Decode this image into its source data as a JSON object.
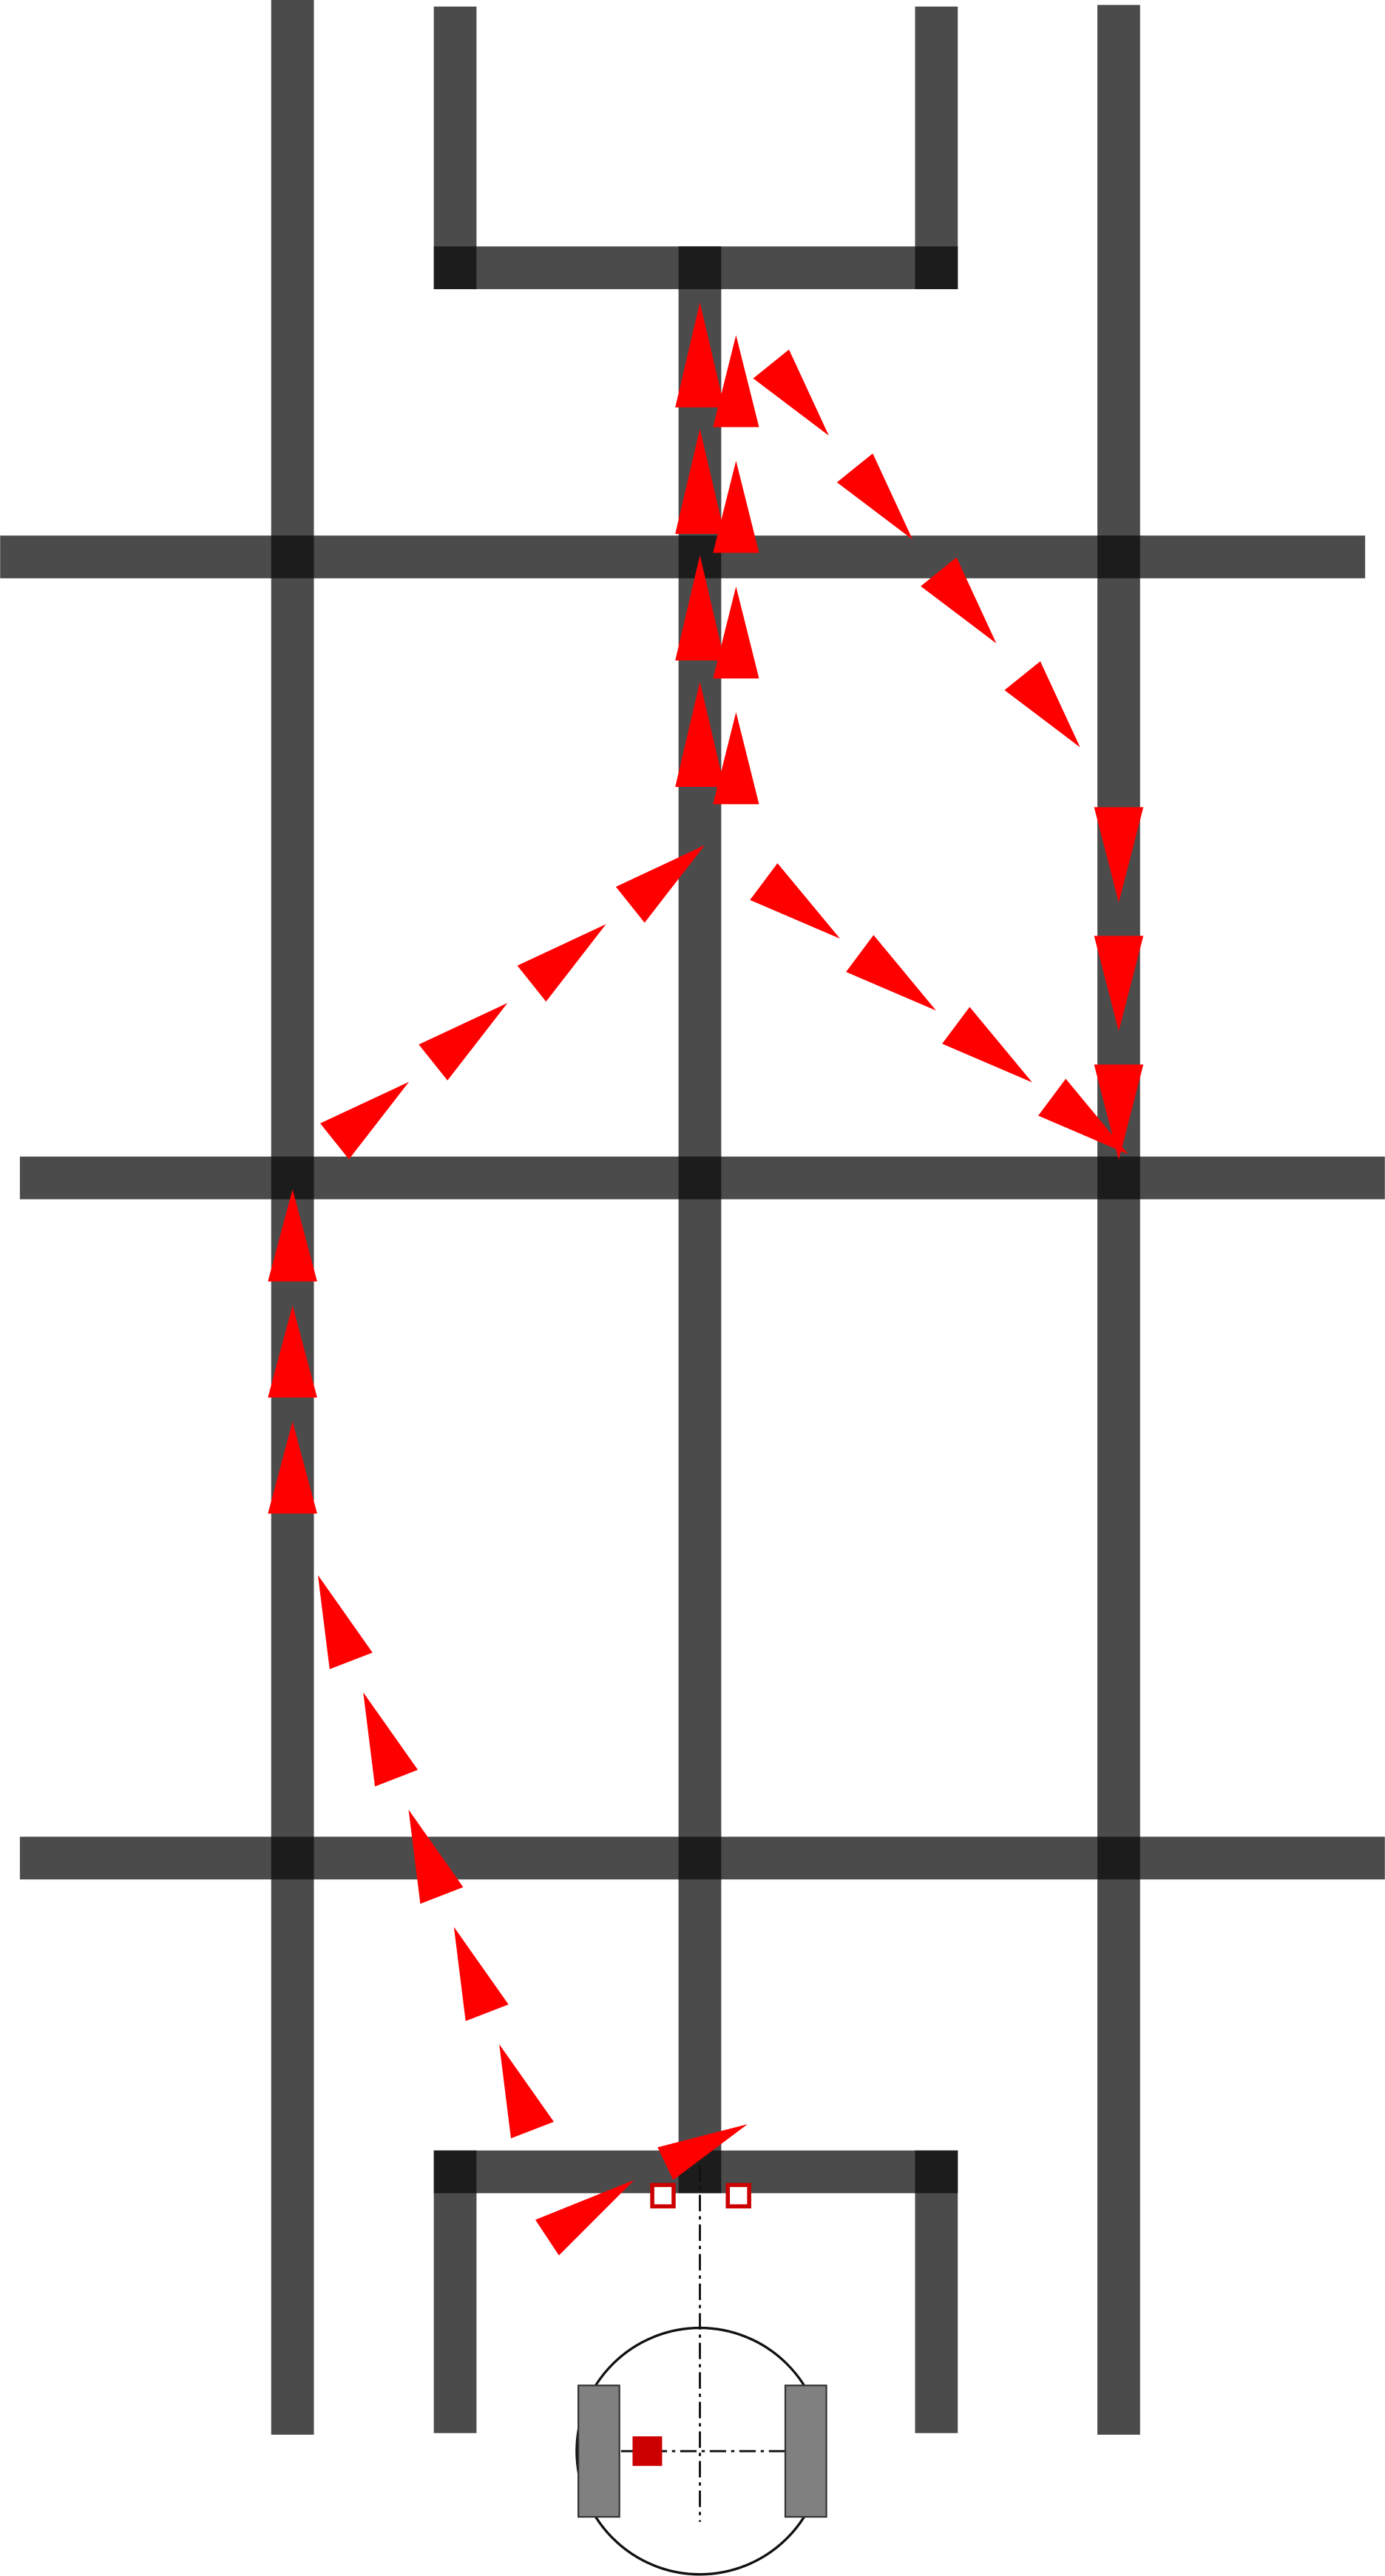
{
  "diagram": {
    "type": "line-follower-robot-path",
    "grid": {
      "track_color": "#4b4b4b",
      "junction_color": "#1c1c1c"
    },
    "path": {
      "arrow_color": "#ff0000",
      "arrow_count": 33
    },
    "robot": {
      "body_outline_color": "#111111",
      "wheel_color": "#808080",
      "center_marker_color": "#cc0000",
      "sensor_color": "#cc0000",
      "axis_line_style": "dash-dot",
      "sensor_count": 2,
      "wheel_count": 2
    }
  }
}
